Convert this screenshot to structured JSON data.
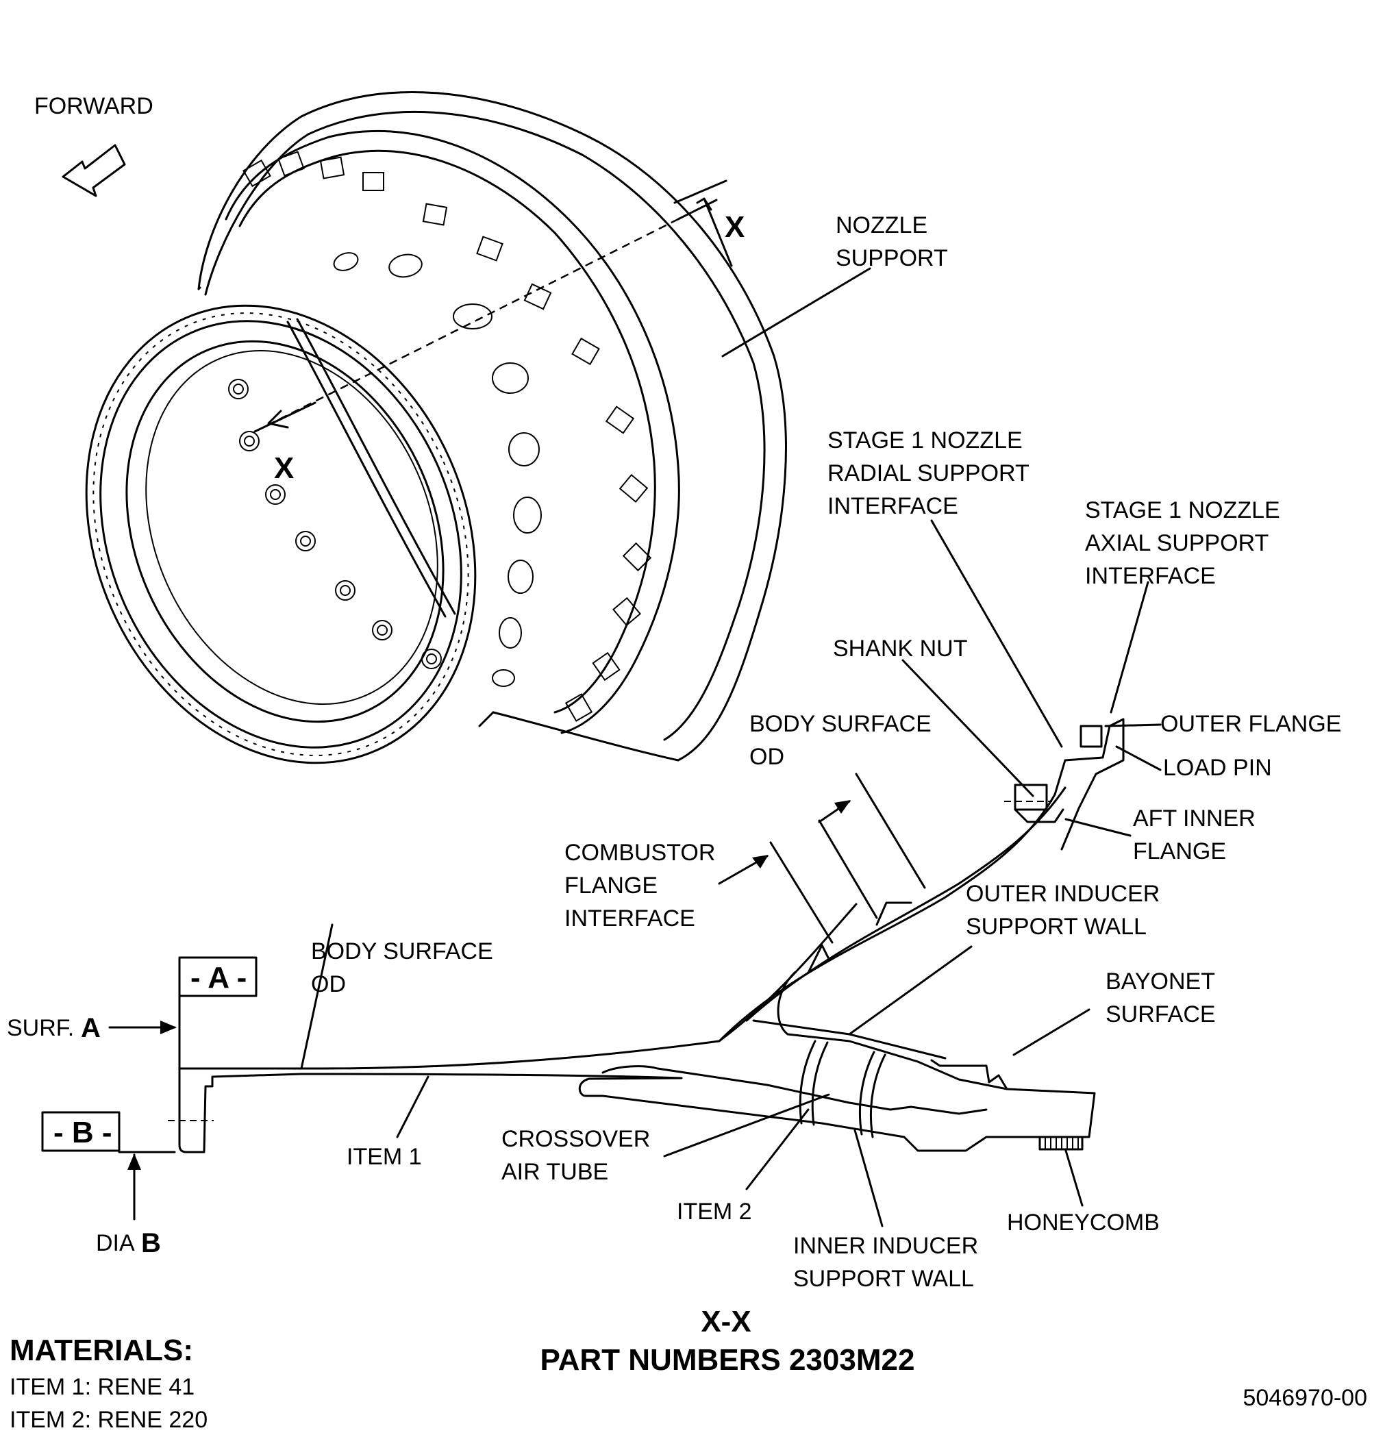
{
  "labels": {
    "forward": "FORWARD",
    "nozzle_support": [
      "NOZZLE",
      "SUPPORT"
    ],
    "section_marker": "X",
    "stage1_radial": [
      "STAGE 1 NOZZLE",
      "RADIAL SUPPORT",
      "INTERFACE"
    ],
    "stage1_axial": [
      "STAGE 1 NOZZLE",
      "AXIAL SUPPORT",
      "INTERFACE"
    ],
    "shank_nut": "SHANK NUT",
    "outer_flange": "OUTER FLANGE",
    "load_pin": "LOAD PIN",
    "body_surface_od_upper": [
      "BODY SURFACE",
      "OD"
    ],
    "aft_inner_flange": [
      "AFT INNER",
      "FLANGE"
    ],
    "combustor_flange": [
      "COMBUSTOR",
      "FLANGE",
      "INTERFACE"
    ],
    "outer_inducer": [
      "OUTER INDUCER",
      "SUPPORT WALL"
    ],
    "body_surface_od_lower": [
      "BODY SURFACE",
      "OD"
    ],
    "datum_a": "- A -",
    "surf_a_prefix": "SURF.",
    "surf_a_letter": "A",
    "bayonet_surface": [
      "BAYONET",
      "SURFACE"
    ],
    "datum_b": "- B -",
    "item1": "ITEM 1",
    "crossover": [
      "CROSSOVER",
      "AIR TUBE"
    ],
    "item2": "ITEM 2",
    "honeycomb": "HONEYCOMB",
    "inner_inducer": [
      "INNER INDUCER",
      "SUPPORT WALL"
    ],
    "dia_b_prefix": "DIA",
    "dia_b_letter": "B"
  },
  "section_title": "X-X",
  "part_numbers": "PART NUMBERS 2303M22",
  "materials": {
    "heading": "MATERIALS:",
    "items": [
      "ITEM 1:  RENE 41",
      "ITEM 2:  RENE 220"
    ]
  },
  "drawing_number": "5046970-00"
}
